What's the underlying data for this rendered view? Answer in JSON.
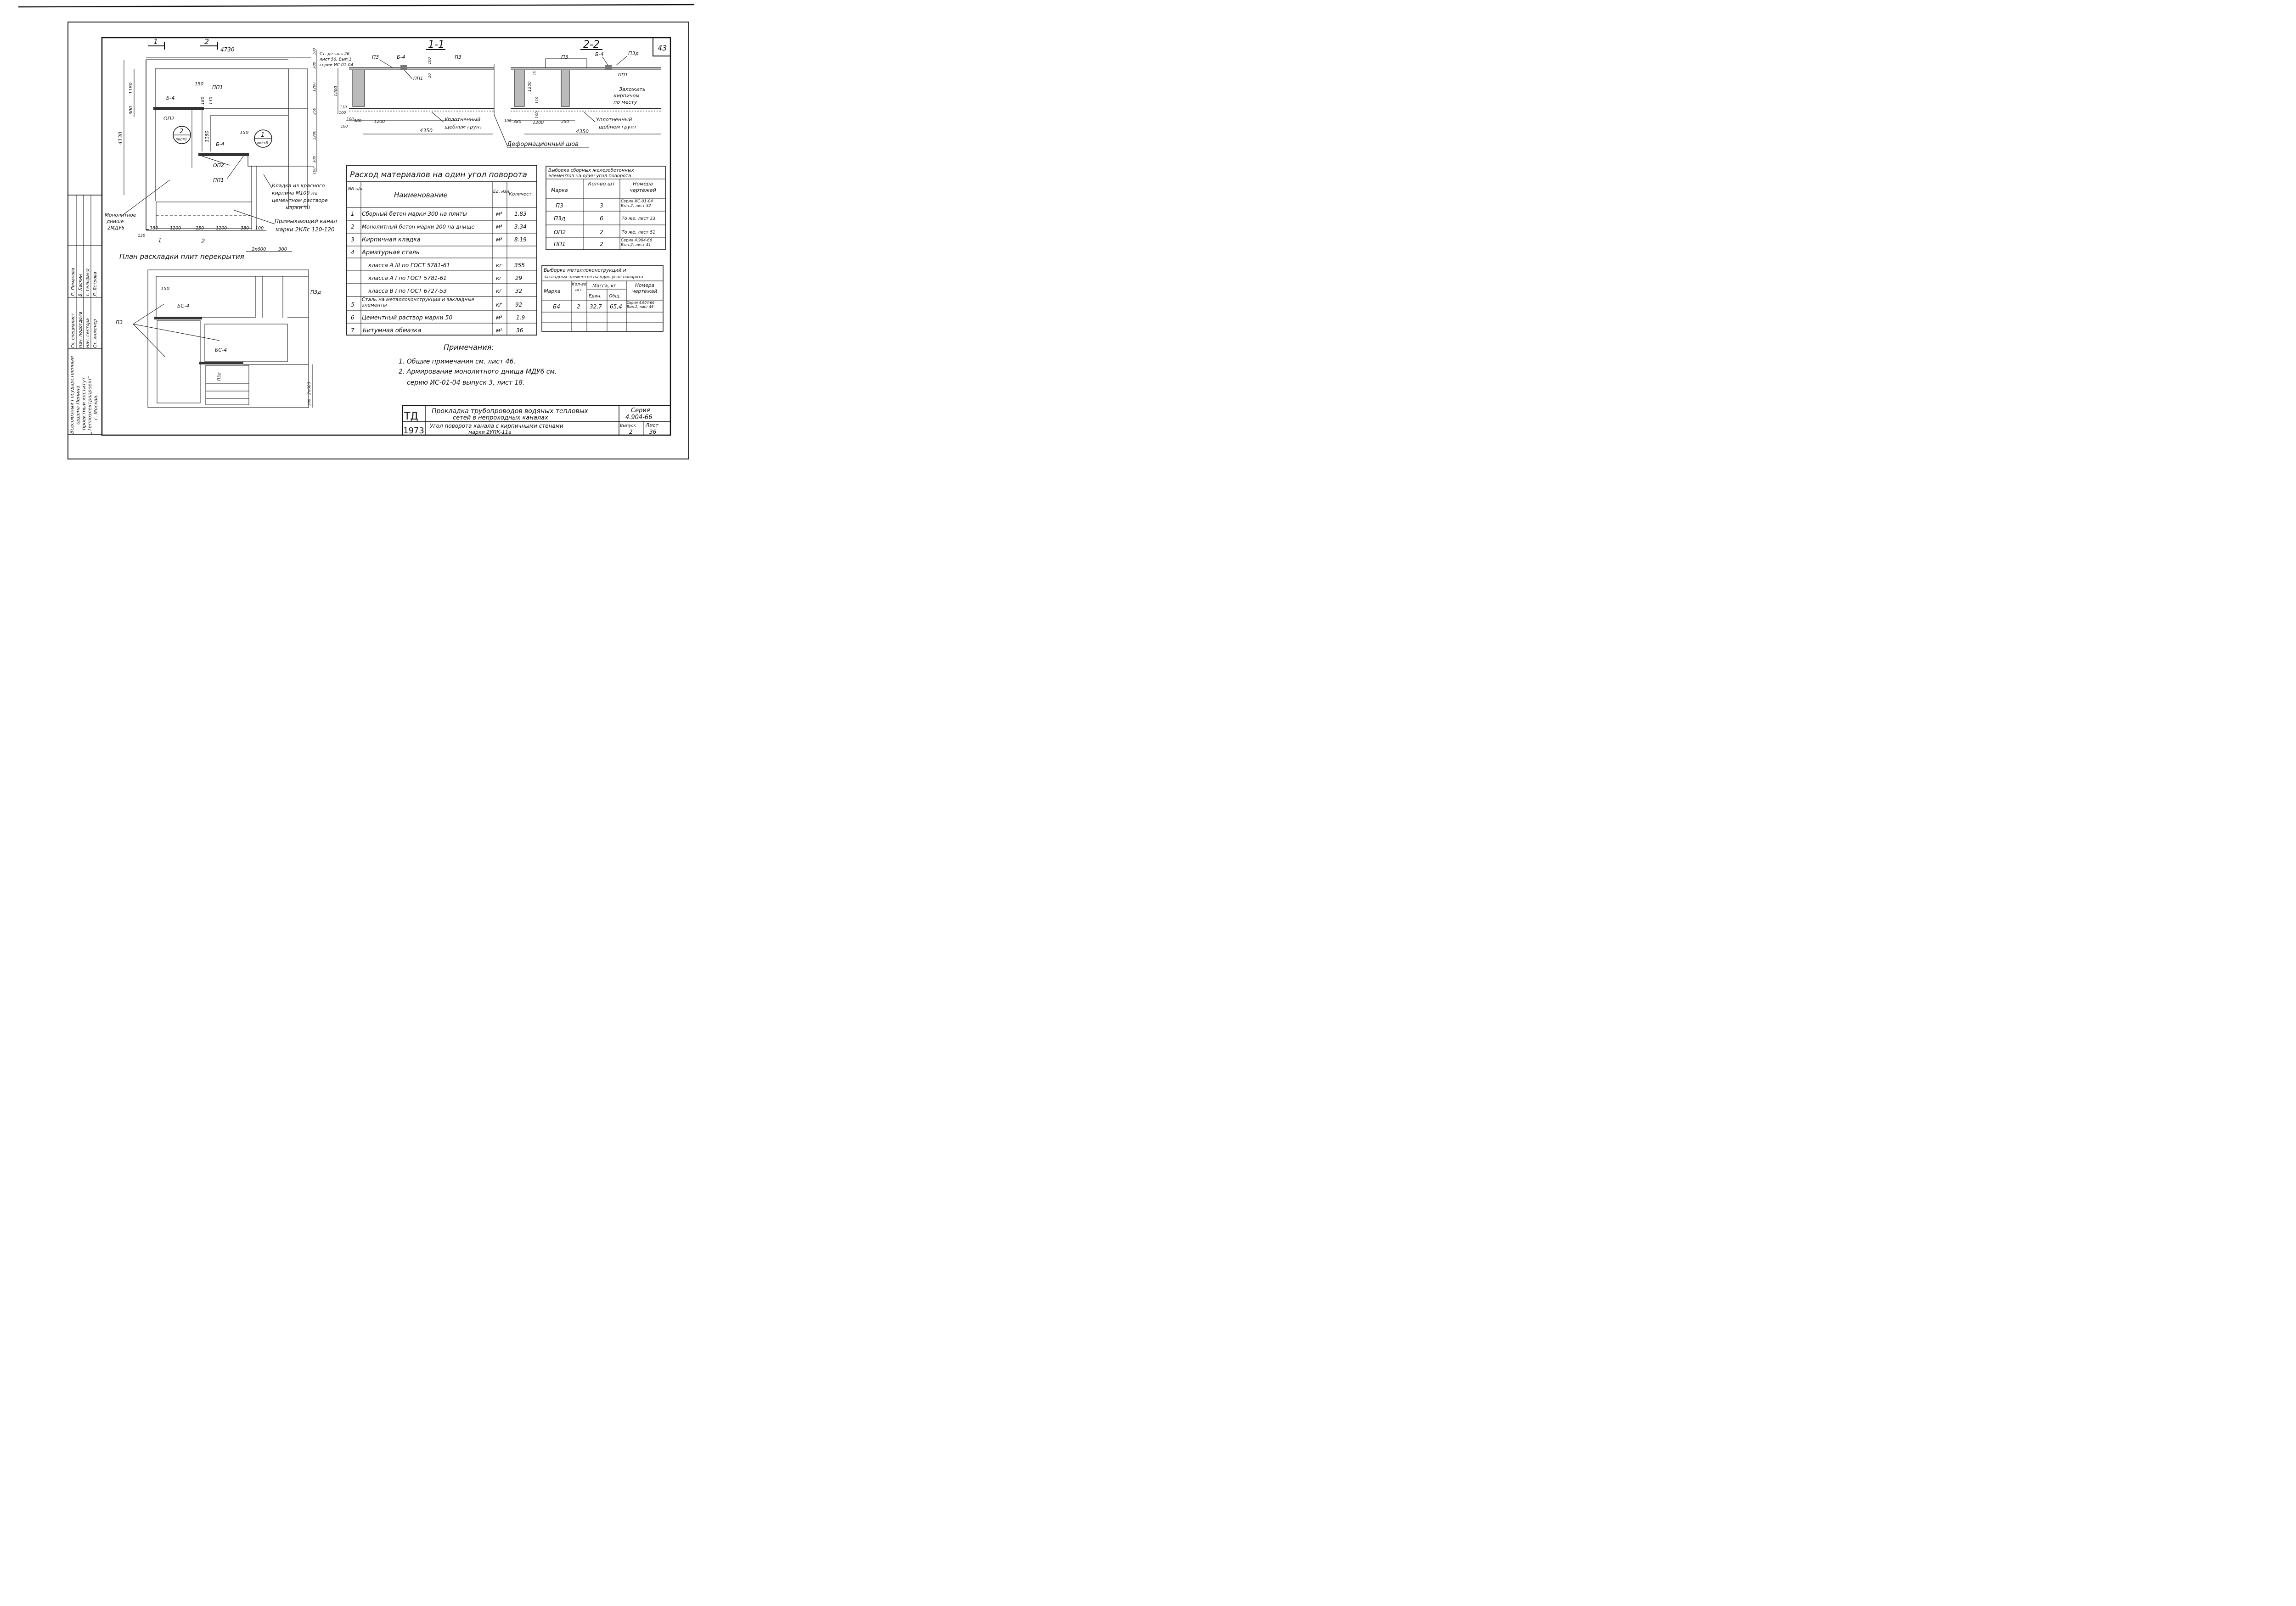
{
  "sheet": {
    "sheet_number": "43",
    "section_1_label": "1-1",
    "section_2_label": "2-2",
    "plan_title": "План раскладки плит перекрытия",
    "cut_1": "1",
    "cut_2": "2"
  },
  "plan": {
    "dims": {
      "d4730": "4730",
      "d4130": "4130",
      "d1180a": "1180",
      "d300": "300",
      "d150a": "150",
      "d180": "180",
      "d130": "130",
      "d1180b": "1180",
      "d150b": "150",
      "d380r": "380",
      "d1200r1": "1200",
      "d250r": "250",
      "d1200r2": "1200",
      "d380r2": "380",
      "d100r": "100",
      "d100top": "100",
      "d380b": "380",
      "d1200b1": "1200",
      "d250b": "250",
      "d1200b2": "1200",
      "d380b2": "380",
      "d100b": "100",
      "d130b": "130"
    },
    "labels": {
      "b4_top": "Б-4",
      "pp1_top": "ПП1",
      "op2_top": "ОП2",
      "b4_mid": "Б-4",
      "op2_mid": "ОП2",
      "pp1_mid": "ПП1",
      "callout_2": "2",
      "callout_2_sheet": "лист8",
      "callout_1": "1",
      "callout_1_sheet": "лист8",
      "ref_detail_1": "Ст. деталь 26",
      "ref_detail_2": "лист 56, Вып.1",
      "ref_detail_3": "серии ИС-01-04",
      "brick_1": "Кладка из красного",
      "brick_2": "кирпича М100 на",
      "brick_3": "цементном растворе",
      "brick_4": "марки 50",
      "bottom_1": "Монолитное",
      "bottom_2": "днище",
      "bottom_3": "2МДУ6",
      "adjacent_1": "Примыкающий канал",
      "adjacent_2": "марки 2КЛс 120-120"
    }
  },
  "sections": {
    "s1": {
      "p3a": "П3",
      "b4": "Б-4",
      "p3b": "П3",
      "pp1": "ПП1",
      "d100": "100",
      "d10": "10",
      "d1200v": "1200",
      "d110": "110",
      "d100v2": "100",
      "d100h": "100",
      "d380h": "380",
      "d1200h": "1200",
      "d4350": "4350",
      "d100h2": "100",
      "soil_1": "Уплотненный",
      "soil_2": "щебнем грунт"
    },
    "s2": {
      "p3": "П3",
      "b4": "Б-4",
      "p3d": "П3д",
      "pp1": "ПП1",
      "d10": "10",
      "d1200v": "1200",
      "d110": "110",
      "d100v": "100",
      "d100h": "100",
      "d380h": "380",
      "d1200h": "1200",
      "d250h": "250",
      "d4350": "4350",
      "fill_1": "Заложить",
      "fill_2": "кирпичом",
      "fill_3": "по месту",
      "soil_1": "Уплотненный",
      "soil_2": "щебнем грунт"
    },
    "joint": "Деформационный шов"
  },
  "lower_plan": {
    "d2x600": "2х600",
    "d300a": "300",
    "d150": "150",
    "d2x600v": "2х600",
    "d300v": "300",
    "bs4_top": "БС-4",
    "bs4_mid": "БС-4",
    "p3": "П3",
    "p3d": "П3д",
    "p3d_mid": "П3д"
  },
  "materials": {
    "title": "Расход материалов на один угол поворота",
    "headers": {
      "nn": "NN п/п",
      "name": "Наименование",
      "unit": "Ед. изм.",
      "qty": "Количест."
    },
    "rows": [
      {
        "n": "1",
        "name": "Сборный бетон марки 300 на плиты",
        "unit": "м³",
        "qty": "1.83"
      },
      {
        "n": "2",
        "name": "Монолитный бетон марки 200 на днище",
        "unit": "м³",
        "qty": "3.34"
      },
      {
        "n": "3",
        "name": "Кирпичная кладка",
        "unit": "м³",
        "qty": "8.19"
      },
      {
        "n": "4",
        "name": "Арматурная сталь",
        "unit": "",
        "qty": ""
      },
      {
        "n": "",
        "name": "класса А III по ГОСТ 5781-61",
        "unit": "кг",
        "qty": "355"
      },
      {
        "n": "",
        "name": "класса А I по ГОСТ 5781-61",
        "unit": "кг",
        "qty": "29"
      },
      {
        "n": "",
        "name": "класса В I по ГОСТ 6727-53",
        "unit": "кг",
        "qty": "32"
      },
      {
        "n": "5",
        "name": "Сталь на металлоконструкции и закладные элементы",
        "unit": "кг",
        "qty": "92"
      },
      {
        "n": "6",
        "name": "Цементный раствор марки 50",
        "unit": "м³",
        "qty": "1.9"
      },
      {
        "n": "7",
        "name": "Битумная обмазка",
        "unit": "м²",
        "qty": "36"
      }
    ]
  },
  "precast": {
    "title_1": "Выборка сборных железобетонных",
    "title_2": "элементов на один угол поворота",
    "headers": {
      "mark": "Марка",
      "qty": "Кол-во шт",
      "drawing": "Номера чертежей"
    },
    "rows": [
      {
        "mark": "П3",
        "qty": "3",
        "drawing": "Серия ИС-01-04 Вып.2, лист 32"
      },
      {
        "mark": "П3д",
        "qty": "6",
        "drawing": "То же, лист 33"
      },
      {
        "mark": "ОП2",
        "qty": "2",
        "drawing": "То же, лист 51"
      },
      {
        "mark": "ПП1",
        "qty": "2",
        "drawing": "Серия 4.904-66 Вып.2, лист 41"
      }
    ]
  },
  "steel": {
    "title_1": "Выборка металлоконструкций и",
    "title_2": "закладных элементов на один угол поворота",
    "headers": {
      "mark": "Марка",
      "qty": "Кол-во шт.",
      "mass": "Масса, кг",
      "unit": "Един.",
      "total": "Общ.",
      "drawing": "Номера чертежей"
    },
    "rows": [
      {
        "mark": "Б4",
        "qty": "2",
        "unit": "32,7",
        "total": "65,4",
        "drawing": "Серия 4.904-66 Вып.2, лист 46"
      }
    ]
  },
  "notes": {
    "title": "Примечания:",
    "n1": "1. Общие примечания см. лист 46.",
    "n2a": "2. Армирование монолитного днища МДУ6 см.",
    "n2b": "серию ИС-01-04 выпуск 3, лист 18."
  },
  "title_block": {
    "td": "ТД",
    "year": "1973",
    "title_1": "Прокладка трубопроводов водяных тепловых",
    "title_2": "сетей в непроходных каналах",
    "subtitle_1": "Угол поворота канала с кирпичными стенами",
    "subtitle_2": "марки 2УПК-11а",
    "series_label": "Серия",
    "series": "4.904-66",
    "issue_label": "Выпуск",
    "issue": "2",
    "sheet_label": "Лист",
    "sheet": "36"
  },
  "side_stamp": {
    "org_1": "Всесоюзный Государственный",
    "org_2": "ордена Ленина",
    "org_3": "проектный институт",
    "org_4": "„Теплоэлектропроект\"",
    "org_5": "г. Москва.",
    "roles": [
      "Гл. специалист",
      "Нач. подотдела",
      "Нач. сектора",
      "Ст. инженер"
    ],
    "names": [
      "Л. Лиманова",
      "В. Ласкин",
      "Т. Гельфанд",
      "Л. Ястрова"
    ]
  }
}
